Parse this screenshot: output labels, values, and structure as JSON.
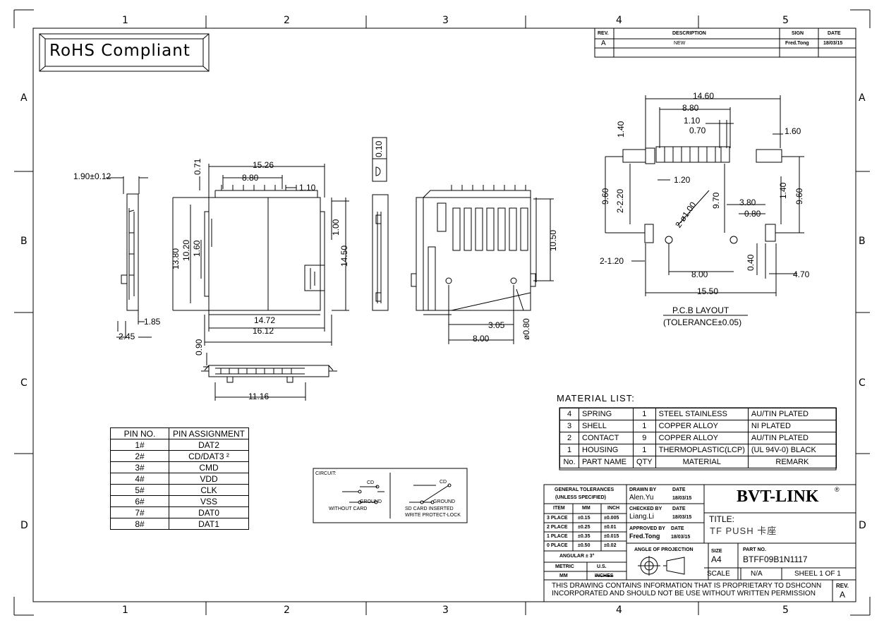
{
  "zones": {
    "columns": [
      "1",
      "2",
      "3",
      "4",
      "5"
    ],
    "rows": [
      "A",
      "B",
      "C",
      "D"
    ]
  },
  "rohs": "RoHS Compliant",
  "revision": {
    "headers": [
      "REV.",
      "DESCRIPTION",
      "SIGN",
      "DATE"
    ],
    "row": [
      "A",
      "NEW",
      "Fred.Tong",
      "18/03/15"
    ]
  },
  "dims": {
    "side_left": [
      "1.90±0.12",
      "1.85",
      "2.45"
    ],
    "front": [
      "0.71",
      "15.26",
      "8.80",
      "1.10",
      "13.80",
      "10.20",
      "1.60",
      "1.00",
      "14.50",
      "14.72",
      "16.12"
    ],
    "bottom": [
      "0.90",
      "11.16"
    ],
    "side_right": [
      "0.10"
    ],
    "back": [
      "10.50",
      "3.05",
      "ø0.80",
      "8.00"
    ],
    "pcb": [
      "14.60",
      "8.80",
      "1.10",
      "0.70",
      "1.60",
      "1.40",
      "1.20",
      "9.60",
      "2-2.20",
      "2-ø1.00",
      "9.70",
      "3.80",
      "0.80",
      "1.40",
      "9.60",
      "2-1.20",
      "8.00",
      "0.40",
      "4.70",
      "15.50"
    ]
  },
  "pcb_caption": "P.C.B LAYOUT",
  "pcb_tolerance": "(TOLERANCE±0.05)",
  "material_title": "MATERIAL LIST:",
  "materials": [
    [
      "4",
      "SPRING",
      "1",
      "STEEL STAINLESS",
      "AU/TIN PLATED"
    ],
    [
      "3",
      "SHELL",
      "1",
      "COPPER ALLOY",
      "NI PLATED"
    ],
    [
      "2",
      "CONTACT",
      "9",
      "COPPER ALLOY",
      "AU/TIN PLATED"
    ],
    [
      "1",
      "HOUSING",
      "1",
      "THERMOPLASTIC(LCP)",
      "(UL 94V-0) BLACK"
    ]
  ],
  "material_headers": [
    "No.",
    "PART NAME",
    "QTY",
    "MATERIAL",
    "REMARK"
  ],
  "pin_headers": [
    "PIN NO.",
    "PIN ASSIGNMENT"
  ],
  "pins": [
    [
      "1#",
      "DAT2"
    ],
    [
      "2#",
      "CD/DAT3 ²"
    ],
    [
      "3#",
      "CMD"
    ],
    [
      "4#",
      "VDD"
    ],
    [
      "5#",
      "CLK"
    ],
    [
      "6#",
      "VSS"
    ],
    [
      "7#",
      "DAT0"
    ],
    [
      "8#",
      "DAT1"
    ]
  ],
  "circuit": {
    "title": "CIRCUIT:",
    "cd": "CD",
    "ground": "GROUND",
    "without": "WITHOUT CARD",
    "inserted": "SD CARD INSERTED",
    "protect": "WRITE PROTECT-LOCK"
  },
  "titleblock": {
    "gen_tol": "GENERAL TOLERANCES",
    "unless": "(UNLESS SPECIFIED)",
    "tol_headers": [
      "ITEM",
      "MM",
      "INCH"
    ],
    "tol_rows": [
      [
        "3 PLACE",
        "±0.15",
        "±0.005"
      ],
      [
        "2 PLACE",
        "±0.25",
        "±0.01"
      ],
      [
        "1 PLACE",
        "±0.35",
        "±0.015"
      ],
      [
        "0 PLACE",
        "±0.50",
        "±0.02"
      ]
    ],
    "angular": "ANGULAR ± 3°",
    "metric": "METRIC",
    "us": "U.S.",
    "mm": "MM",
    "inches": "INCHES",
    "drawn_by_lbl": "DRAWN BY",
    "date_lbl": "DATE",
    "drawn_by": "Alen.Yu",
    "drawn_date": "18/03/15",
    "checked_lbl": "CHECKED BY",
    "checked_by": "Liang.Li",
    "checked_date": "18/03/15",
    "approved_lbl": "APPROVED BY",
    "approved_by": "Fred.Tong",
    "approved_date": "18/03/15",
    "angle_lbl": "ANGLE OF PROJECTION",
    "brand": "BVT-LINK",
    "title_lbl": "TITLE:",
    "title": "TF  PUSH 卡座",
    "size_lbl": "SIZE",
    "size": "A4",
    "partno_lbl": "PART NO.",
    "partno": "BTFF09B1N1117",
    "scale_lbl": "SCALE",
    "scale": "N/A",
    "sheet": "SHEEL 1 OF 1",
    "notice1": "THIS DRAWING CONTAINS INFORMATION THAT IS PROPRIETARY TO DSHCONN",
    "notice2": "INCORPORATED AND SHOULD NOT BE USE WITHOUT WRITTEN PERMISSION",
    "rev_lbl": "REV.",
    "rev": "A"
  }
}
